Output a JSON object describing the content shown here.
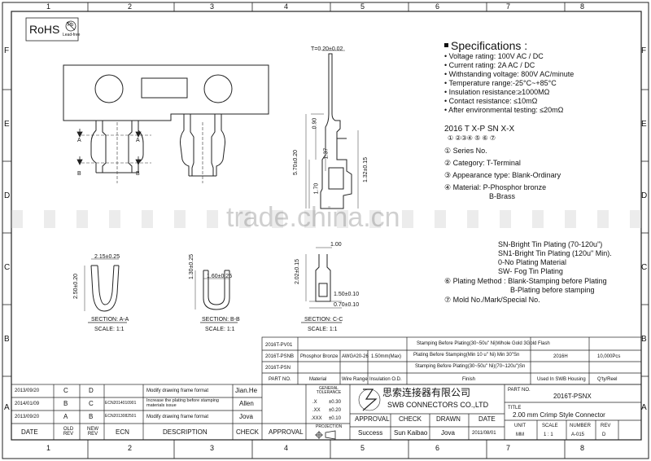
{
  "header": {
    "rohs": "RoHS",
    "pb_mark": "Pb",
    "lead_free": "Lead-free"
  },
  "grid": {
    "columns": [
      "1",
      "2",
      "3",
      "4",
      "5",
      "6",
      "7",
      "8"
    ],
    "rows": [
      "F",
      "E",
      "D",
      "C",
      "B",
      "A"
    ]
  },
  "specs": {
    "title": "Specifications :",
    "items": [
      "Voltage rating: 100V AC / DC",
      "Current rating: 2A  AC / DC",
      "Withstanding voltage: 800V AC/minute",
      "Temperature range:-25°C~+85°C",
      "Insulation resistance:≥1000MΩ",
      "Contact resistance: ≤10mΩ",
      "After environmental testing:  ≤20mΩ"
    ]
  },
  "part_code": {
    "code": "2016 T X-P SN X-X",
    "index": "①   ②③④  ⑤   ⑥  ⑦"
  },
  "legend": {
    "l1": "① Series No.",
    "l2": "② Category: T-Terminal",
    "l3": "③ Appearance type: Blank-Ordinary",
    "l4a": "④ Material:  P-Phosphor bronze",
    "l4b": "B-Brass",
    "l5a": "SN-Bright Tin Plating (70-120u\")",
    "l5b": "SN1-Bright Tin Plating (120u\" Min).",
    "l5c": "0-No Plating Material",
    "l5d": "SW- Fog Tin Plating",
    "l6a": "⑥ Plating Method : Blank-Stamping before Plating",
    "l6b": "B-Plating before stamping",
    "l7": "⑦ Mold No./Mark/Special No."
  },
  "watermark": "trade.china.cn",
  "drawing": {
    "dims": {
      "t": "T=0.20±0.02",
      "d090": "0.90",
      "d137": "1.37",
      "d570": "5.70±0.20",
      "d170": "1.70",
      "d132": "1.32±0.15",
      "w215": "2.15±0.25",
      "h250": "2.50±0.20",
      "w160": "1.60±0.25",
      "h130": "1.30±0.25",
      "w100": "1.00",
      "h202": "2.02±0.15",
      "w150": "1.50±0.10",
      "w070": "0.70±0.10"
    },
    "labels": {
      "a": "A",
      "b": "B",
      "sec_aa": "SECTION: A-A",
      "sec_bb": "SECTION: B-B",
      "sec_cc": "SECTION: C-C",
      "scale": "SCALE: 1:1"
    }
  },
  "material_table": {
    "rows": [
      [
        "2016T-PV01",
        "",
        "",
        "",
        "Stamping Before Plating(30~50u\" Ni)Whole Gold 3Gold Flash",
        "",
        ""
      ],
      [
        "2016T-PSNB",
        "Phosphor Bronze",
        "AWG#20-26",
        "1.50mm(Max)",
        "Plating Before Stamping(Min 10 u\" Ni) Min 30\"Sn",
        "2016H",
        "10,000Pcs"
      ],
      [
        "2016T-PSN",
        "",
        "",
        "",
        "Stamping Before Plating(30~50u\" Ni)(70~120u\")Sn",
        "",
        ""
      ]
    ],
    "header": [
      "PART NO.",
      "Material",
      "Wire Range",
      "Insulation  O.D.",
      "Finish",
      "Used In SWB  Housing",
      "Q'ty/Reel"
    ]
  },
  "revisions": {
    "rows": [
      {
        "date": "2013/09/20",
        "old": "C",
        "new": "D",
        "ecn": "",
        "desc": "Modify drawing frame format",
        "check": "Jian.He"
      },
      {
        "date": "2014/01/09",
        "old": "B",
        "new": "C",
        "ecn": "ECN2014010901",
        "desc": "Increase the plating before stamping materials issue",
        "check": "Allen"
      },
      {
        "date": "2013/09/20",
        "old": "A",
        "new": "B",
        "ecn": "ECN2013082501",
        "desc": "Modify drawing frame format",
        "check": "Jova"
      }
    ],
    "header": {
      "date": "DATE",
      "old": "OLD REV",
      "new": "NEW REV",
      "ecn": "ECN",
      "desc": "DESCRIPTION",
      "check": "CHECK",
      "approval": "APPROVAL"
    }
  },
  "tolerance": {
    "title": "GENERAL TOLERANCE",
    "x": ".X",
    "x_val": "±0.30",
    "xx": ".XX",
    "xx_val": "±0.20",
    "xxx": ".XXX",
    "xxx_val": "±0.10",
    "projection": "PROJECTION"
  },
  "company": {
    "name_cn": "思索连接器有限公司",
    "name_en": "SWB CONNECTORS CO.,LTD"
  },
  "titleblock": {
    "part_no_label": "PART NO.",
    "part_no": "2016T-PSNX",
    "title_label": "TITLE",
    "title": "2.00 mm Crimp Style Connector",
    "approval": "APPROVAL",
    "check": "CHECK",
    "drawn": "DRAWN",
    "date": "DATE",
    "approval_v": "Success",
    "check_v": "Sun Kaibao",
    "drawn_v": "Jova",
    "date_v": "2011/08/01",
    "unit_l": "UNIT",
    "unit": "MM",
    "scale_l": "SCALE",
    "scale": "1 : 1",
    "number_l": "NUMBER",
    "number": "A-015",
    "rev_l": "REV",
    "rev": "D"
  },
  "colors": {
    "line": "#222222",
    "dim": "#333333",
    "fill": "#ffffff"
  }
}
